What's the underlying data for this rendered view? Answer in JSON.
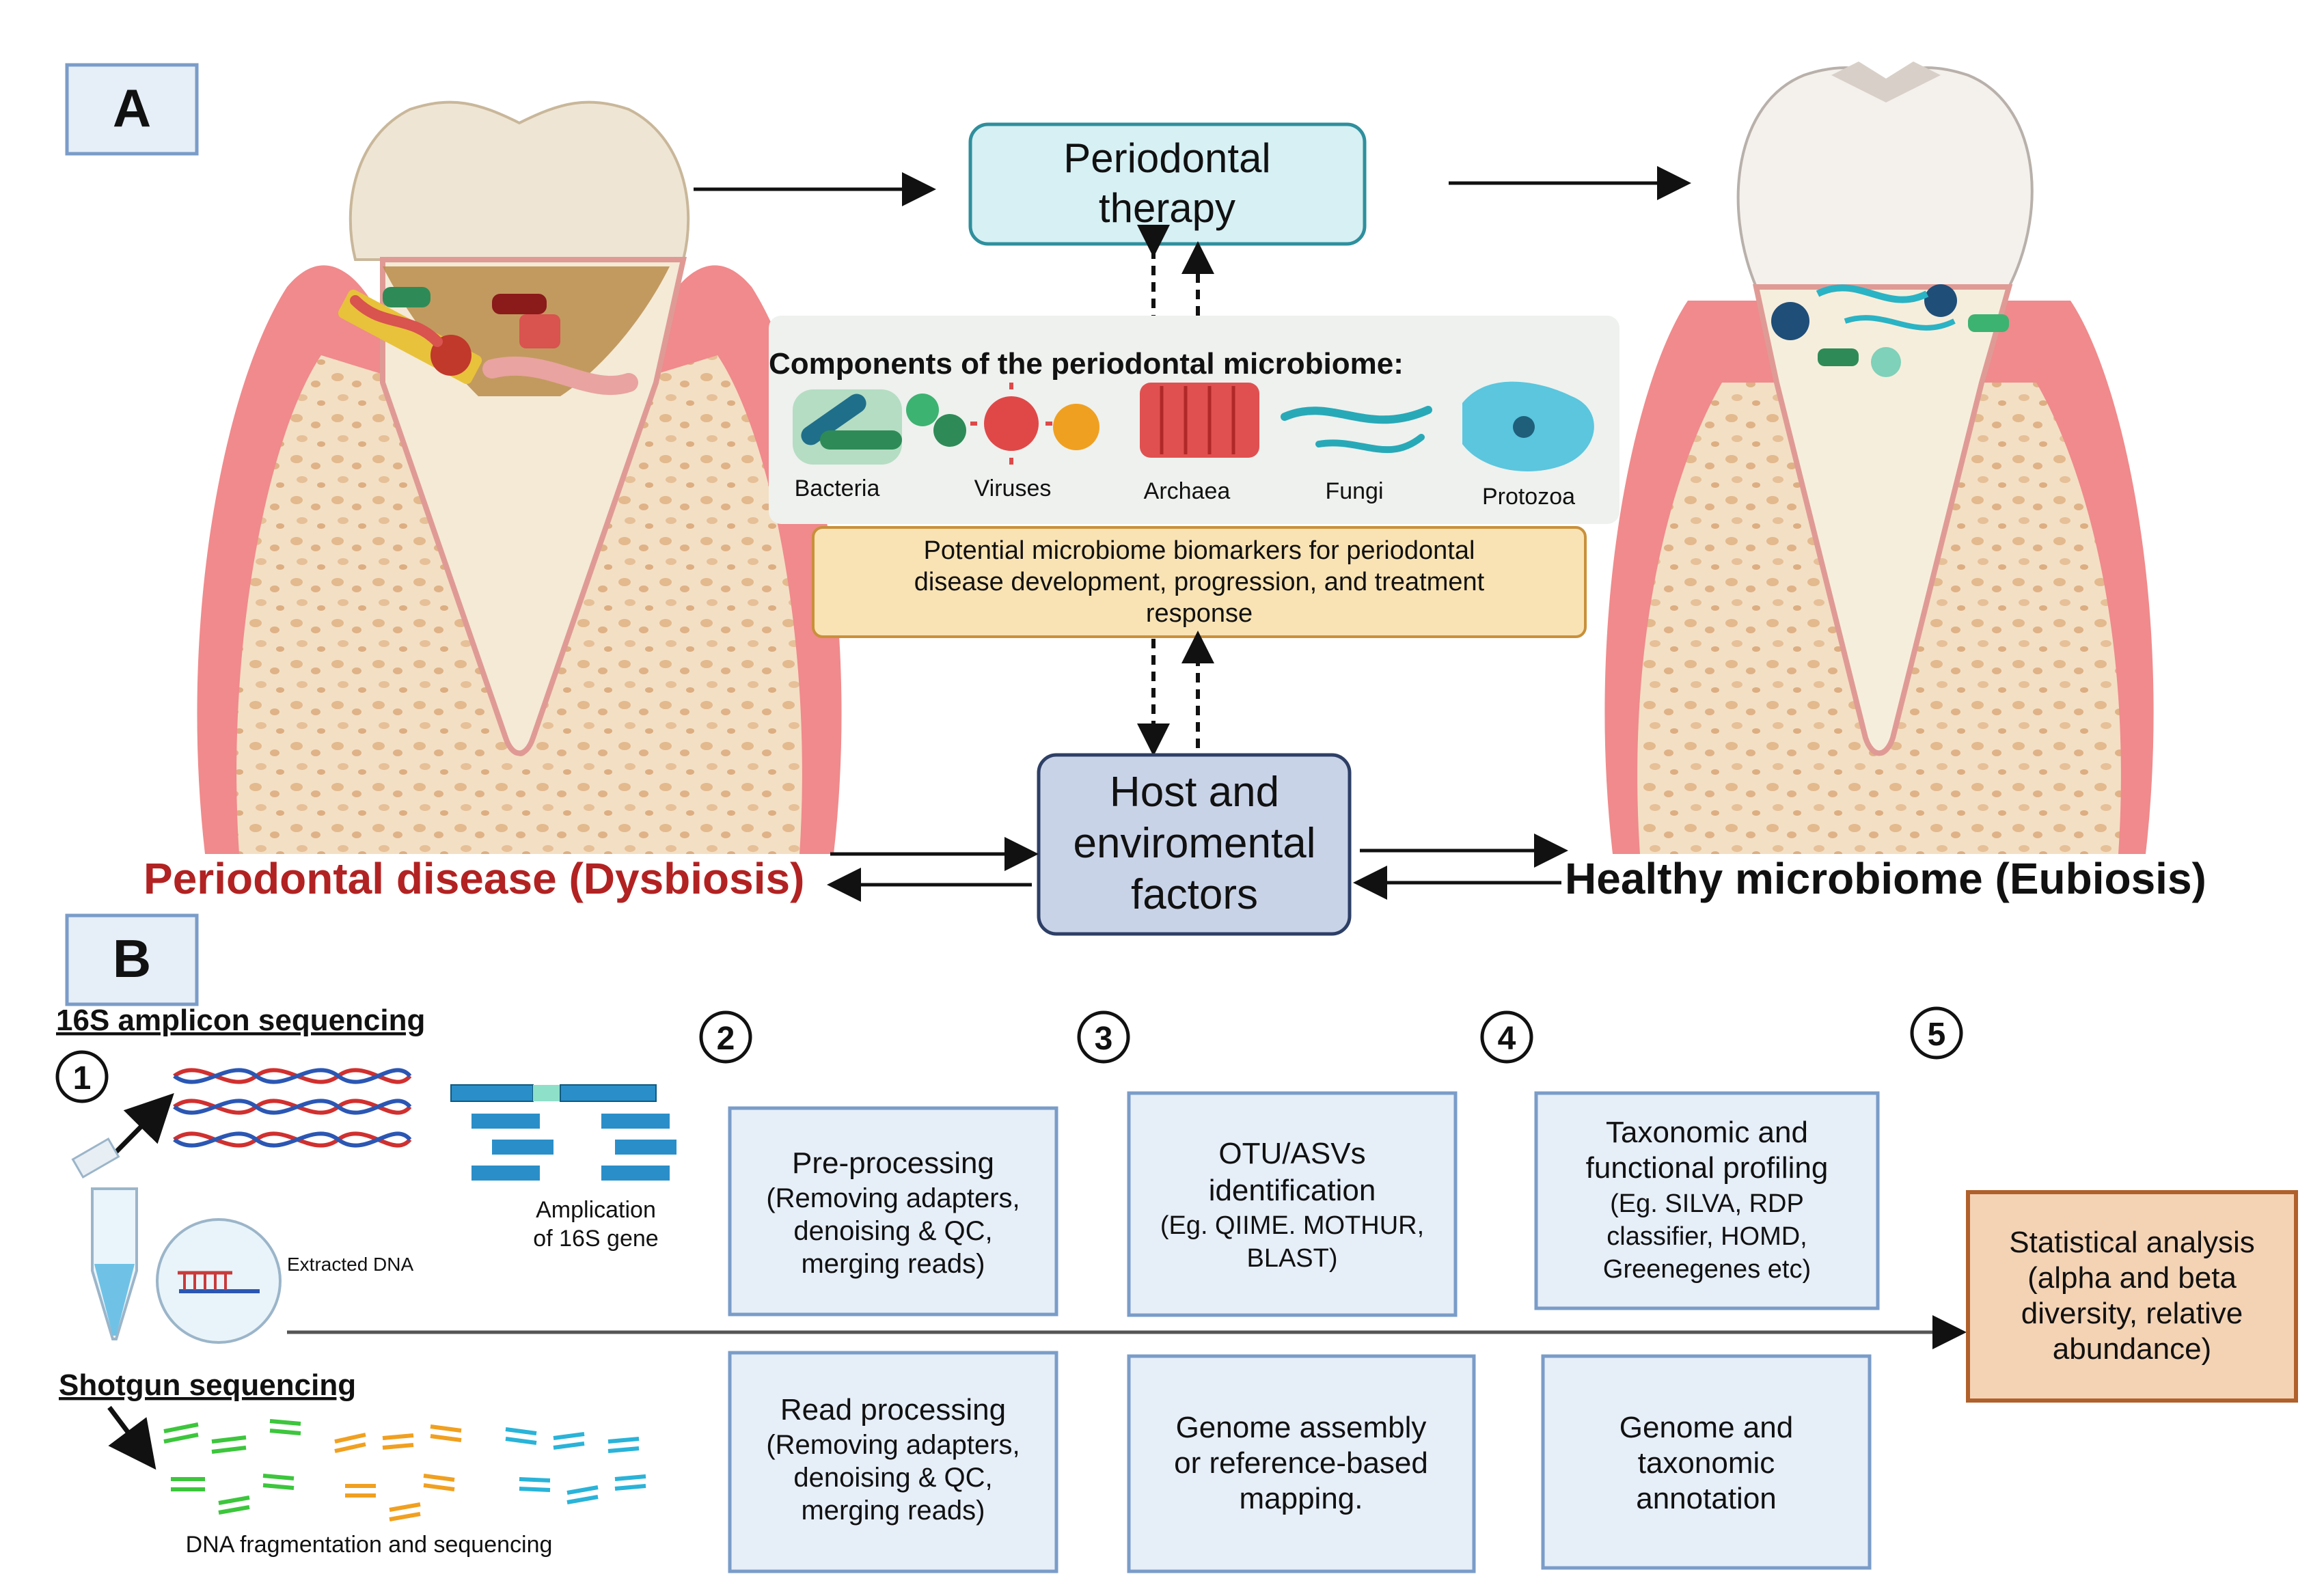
{
  "panel_a": {
    "letter": "A",
    "therapy_box": [
      "Periodontal",
      "therapy"
    ],
    "components_title": "Components of the periodontal microbiome:",
    "organisms": [
      "Bacteria",
      "Viruses",
      "Archaea",
      "Fungi",
      "Protozoa"
    ],
    "biomarker_box": [
      "Potential microbiome biomarkers for periodontal",
      "disease development, progression, and treatment",
      "response"
    ],
    "host_box": [
      "Host and",
      "enviromental",
      "factors"
    ],
    "left_label": "Periodontal disease (Dysbiosis)",
    "right_label": "Healthy microbiome (Eubiosis)"
  },
  "panel_b": {
    "letter": "B",
    "amplicon_title": "16S amplicon sequencing",
    "shotgun_title": "Shotgun sequencing",
    "step_numbers": [
      "1",
      "2",
      "3",
      "4",
      "5"
    ],
    "amplification_caption": [
      "Amplication",
      "of 16S gene"
    ],
    "extracted_dna": "Extracted DNA",
    "fragmentation_caption": "DNA fragmentation and sequencing",
    "top_boxes": [
      [
        "Pre-processing",
        "(Removing adapters,",
        "denoising & QC,",
        "merging reads)"
      ],
      [
        "OTU/ASVs",
        "identification",
        "(Eg. QIIME. MOTHUR,",
        "BLAST)"
      ],
      [
        "Taxonomic and",
        "functional profiling",
        "(Eg. SILVA, RDP",
        "classifier, HOMD,",
        "Greenegenes etc)"
      ]
    ],
    "bottom_boxes": [
      [
        "Read processing",
        "(Removing adapters,",
        "denoising & QC,",
        "merging reads)"
      ],
      [
        "Genome assembly",
        "or reference-based",
        "mapping."
      ],
      [
        "Genome  and",
        "taxonomic",
        "annotation"
      ]
    ],
    "stats_box": [
      "Statistical analysis",
      "(alpha and beta",
      "diversity, relative",
      "abundance)"
    ]
  },
  "colors": {
    "disease_red": "#b22222",
    "therapy_fill": "#d6f0f4",
    "therapy_stroke": "#2f8f9d",
    "host_fill": "#c9d3e8",
    "host_stroke": "#2e3f66",
    "biomarker_fill": "#f9e3b4",
    "biomarker_stroke": "#c9903a",
    "step_box_fill": "#e6eef8",
    "step_box_stroke": "#7a9cc8",
    "stats_fill": "#f4d3b5",
    "stats_stroke": "#b0602b",
    "gum": "#f0888a",
    "bone": "#f1dcc0"
  }
}
